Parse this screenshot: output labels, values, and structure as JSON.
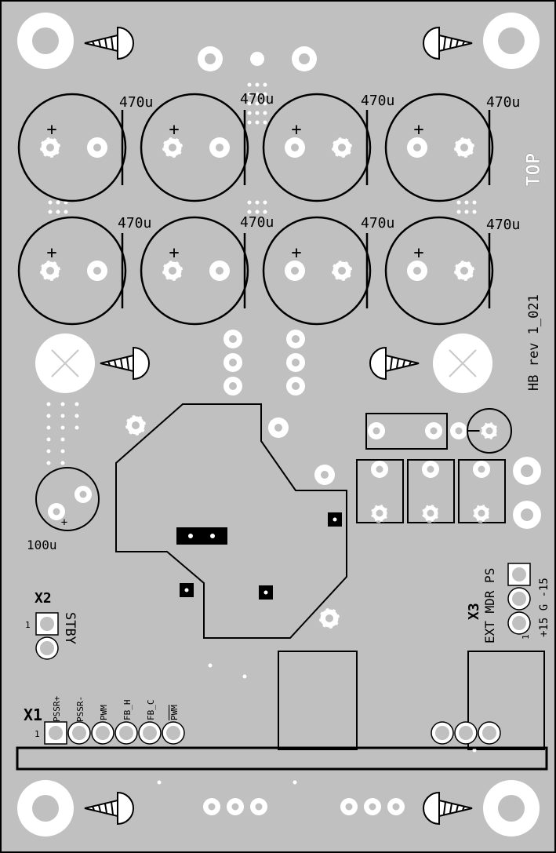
{
  "board": {
    "colors": {
      "background": "#000000",
      "board": "#c0c0c0",
      "ring": "#ffffff",
      "ink": "#000000"
    },
    "labels": {
      "cap_value": "470u",
      "cap_small": "100u",
      "plus": "+",
      "top": "TOP",
      "revision": "HB rev 1_021",
      "x1": "X1",
      "x2": "X2",
      "x3": "X3",
      "pin1": "1",
      "stby": "STBY",
      "ext_mdr_ps": "EXT MDR PS",
      "x3_pins": "+15  G  -15",
      "x1_pins": [
        "PSSR+",
        "PSSR-",
        "PWM",
        "FB_H",
        "FB_C",
        "PWM"
      ]
    }
  }
}
